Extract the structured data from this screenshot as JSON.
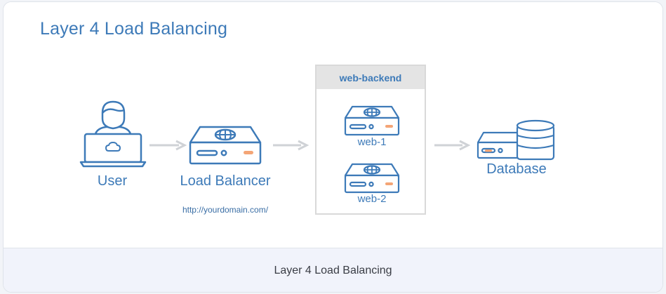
{
  "diagram": {
    "title": "Layer 4 Load Balancing",
    "user_label": "User",
    "lb_label": "Load Balancer",
    "lb_url": "http://yourdomain.com/",
    "backend_group": "web-backend",
    "web1_label": "web-1",
    "web2_label": "web-2",
    "db_label": "Database"
  },
  "caption": "Layer 4 Load Balancing",
  "colors": {
    "stroke": "#3d7ab8",
    "label": "#3d7ab8",
    "accent_light": "#f4a576",
    "arrow": "#cfd2d6",
    "panel_header": "#e4e4e4",
    "caption_bg": "#f1f3fb"
  }
}
